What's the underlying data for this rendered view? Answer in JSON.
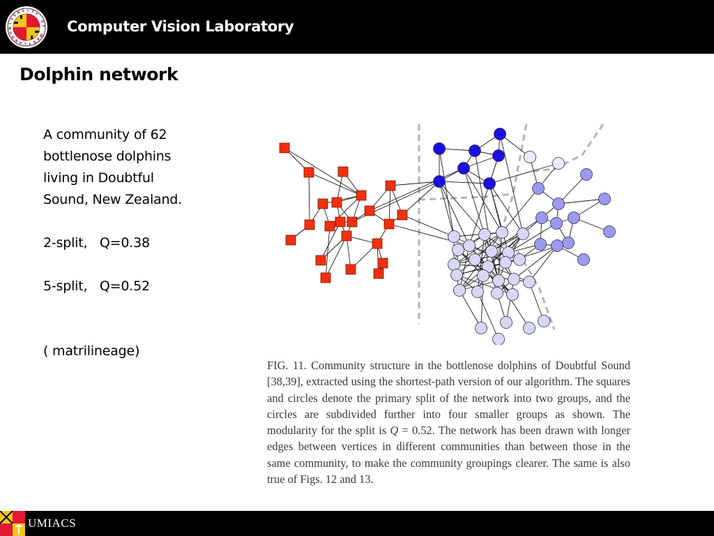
{
  "header": {
    "lab_title": "Computer Vision Laboratory",
    "seal_icon": "university-of-maryland-seal-icon",
    "seal_text": "UNIVERSITY OF MARYLAND"
  },
  "slide": {
    "title": "Dolphin network",
    "description_lines": [
      "A community of 62",
      "bottlenose dolphins",
      "living in Doubtful",
      "Sound, New Zealand."
    ],
    "split2": "2-split,   Q=0.38",
    "split5": "5-split,   Q=0.52",
    "note": "( matrilineage)"
  },
  "figure": {
    "caption_prefix": "FIG. 11. Community structure in the bottlenose dolphins of Doubtful Sound [38,39], extracted using the shortest-path version of our algorithm. The squares and circles denote the primary split of the network into two groups, and the circles are subdivided further into four smaller groups as shown. The modularity for the split is ",
    "caption_q": "Q",
    "caption_suffix": " = 0.52. The network has been drawn with longer edges between vertices in different communities than between those in the same community, to make the community groupings clearer. The same is also true of Figs. 12 and 13.",
    "colors": {
      "squares": "#f03010",
      "dark_blue": "#1a10e0",
      "white_circles": "#ececf8",
      "light_purple": "#d8d8f4",
      "mid_purple": "#9a9aee",
      "dashed_line": "#b4b4b4"
    }
  },
  "footer": {
    "org": "UMIACS",
    "logo_icon": "maryland-flag-icon"
  }
}
